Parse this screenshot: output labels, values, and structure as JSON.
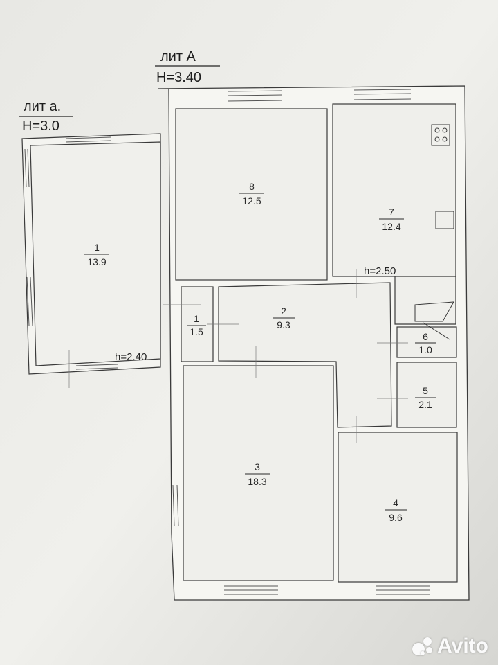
{
  "buildings": {
    "main": {
      "label": "лит А",
      "height": "H=3.40"
    },
    "annex": {
      "label": "лит а.",
      "height": "H=3.0"
    }
  },
  "ceiling_marks": {
    "main_kitchen": "h=2.50",
    "annex": "h=2.40"
  },
  "rooms": [
    {
      "id": "room-1-annex",
      "number": "1",
      "area": "13.9"
    },
    {
      "id": "room-8",
      "number": "8",
      "area": "12.5"
    },
    {
      "id": "room-7",
      "number": "7",
      "area": "12.4"
    },
    {
      "id": "room-1-hall",
      "number": "1",
      "area": "1.5"
    },
    {
      "id": "room-2",
      "number": "2",
      "area": "9.3"
    },
    {
      "id": "room-6",
      "number": "6",
      "area": "1.0"
    },
    {
      "id": "room-5",
      "number": "5",
      "area": "2.1"
    },
    {
      "id": "room-3",
      "number": "3",
      "area": "18.3"
    },
    {
      "id": "room-4",
      "number": "4",
      "area": "9.6"
    }
  ],
  "watermark": "Avito",
  "colors": {
    "paper": "#f2f2ee",
    "wall": "#f6f6f2",
    "line": "#3a3a3a"
  }
}
